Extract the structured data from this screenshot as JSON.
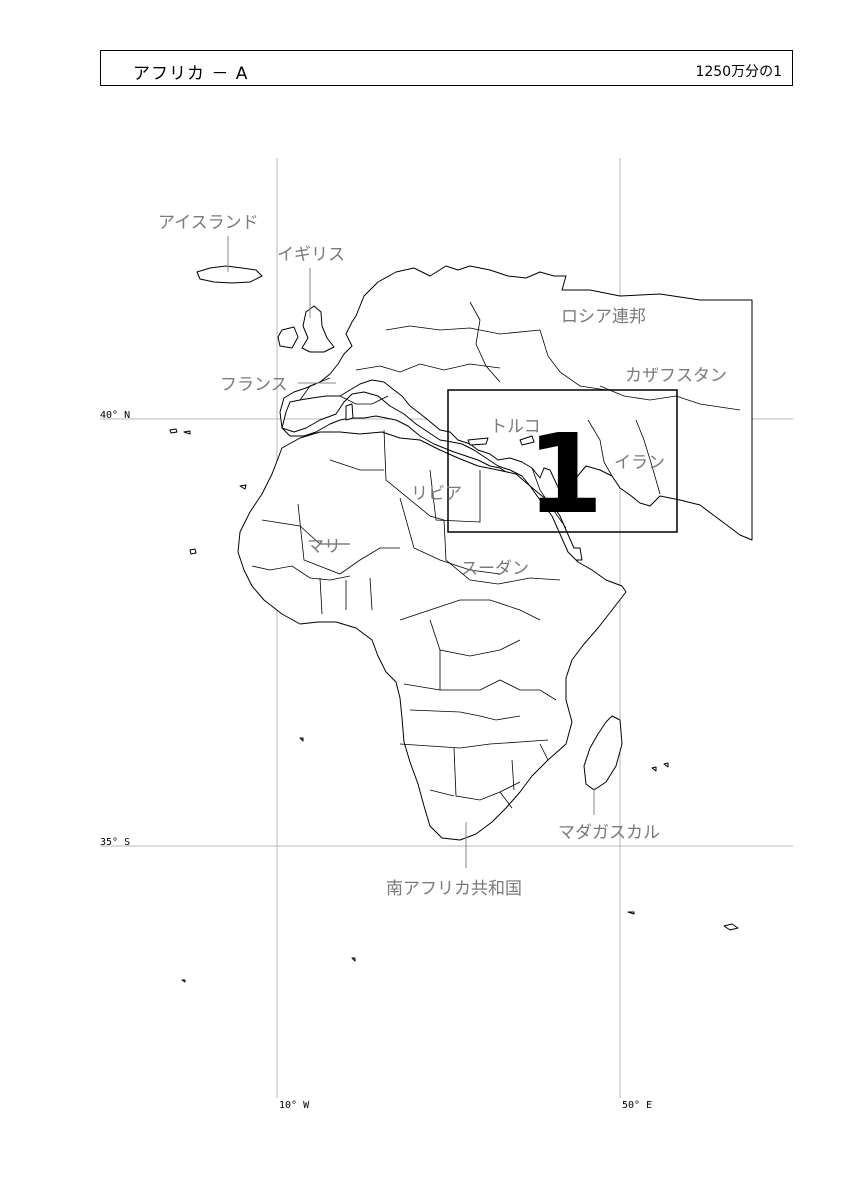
{
  "header": {
    "title": "アフリカ － A",
    "scale": "1250万分の1"
  },
  "grid_labels": {
    "lat_40n": "40° N",
    "lat_35s": "35° S",
    "lon_10w": "10° W",
    "lon_50e": "50° E"
  },
  "inset": {
    "number": "1"
  },
  "countries": {
    "iceland": "アイスランド",
    "uk": "イギリス",
    "russia": "ロシア連邦",
    "france": "フランス",
    "kazakhstan": "カザフスタン",
    "turkey": "トルコ",
    "iran": "イラン",
    "libya": "リビア",
    "mali": "マリ",
    "sudan": "スーダン",
    "madagascar": "マダガスカル",
    "south_africa": "南アフリカ共和国"
  },
  "colors": {
    "line": "#000000",
    "label": "#7a7a7a",
    "grid": "#b8b8b8"
  }
}
